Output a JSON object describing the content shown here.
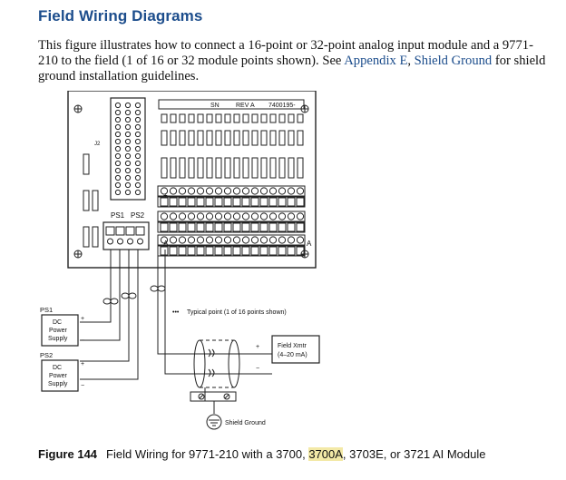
{
  "title": "Field Wiring Diagrams",
  "intro": {
    "before": "This figure illustrates how to connect a 16-point or 32-point analog input module and a 9771-210 to the field (1 of 16 or 32 module points shown). See ",
    "link1": "Appendix E",
    "comma": ", ",
    "link2": "Shield Ground",
    "after": " for shield ground installation guidelines."
  },
  "diagram": {
    "board_part": "7400195-",
    "board_rev": "REV A",
    "board_sn": "SN",
    "ps1_label": "PS1",
    "ps2_label": "PS2",
    "typical_point": "Typical point (1 of 16 points shown)",
    "field_xmtr_line1": "Field Xmtr",
    "field_xmtr_line2": "(4–20 mA)",
    "dc_supply_line1": "DC",
    "dc_supply_line2": "Power",
    "dc_supply_line3": "Supply",
    "shield_ground": "Shield Ground",
    "plus": "+",
    "minus": "−",
    "row_a": "A",
    "jumper_label": "J2"
  },
  "caption": {
    "figure_number": "Figure 144",
    "text_before": "Field Wiring for 9771-210 with a 3700, ",
    "highlight": "3700A",
    "text_after": ", 3703E, or 3721 AI Module"
  }
}
